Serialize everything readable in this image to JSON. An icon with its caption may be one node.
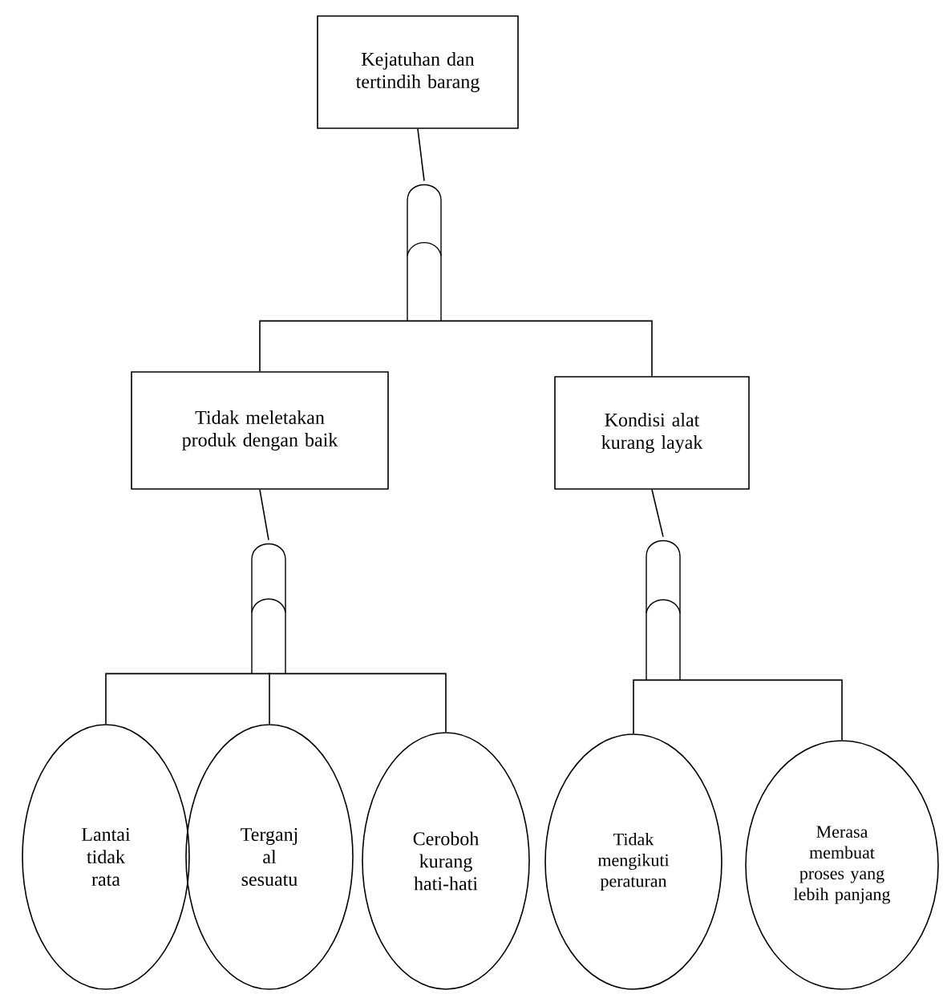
{
  "diagram": {
    "nodes": [
      {
        "text": [
          "Kejatuhan dan tertindih barang"
        ]
      },
      {
        "text": [],
        "shape": "gate"
      },
      {
        "text": [
          "Tidak meletakan produk dengan baik"
        ]
      },
      {
        "text": [
          "Kondisi alat kurang layak"
        ]
      },
      {
        "text": [],
        "shape": "gate"
      },
      {
        "text": [],
        "shape": "gate"
      },
      {
        "text": [
          "Lantai tidak rata"
        ]
      },
      {
        "text": [
          "Terganj al sesuatu"
        ]
      },
      {
        "text": [
          "Ceroboh kurang hati-hati"
        ]
      },
      {
        "text": [
          "Tidak mengikuti peraturan"
        ]
      },
      {
        "text": [
          "Merasa membuat proses yang lebih panjang"
        ]
      }
    ],
    "edges": [
      {
        "from": 0,
        "to": 1,
        "arrow": "none"
      },
      {
        "from": 1,
        "to": 2,
        "arrow": "none"
      },
      {
        "from": 1,
        "to": 3,
        "arrow": "none"
      },
      {
        "from": 2,
        "to": 4,
        "arrow": "none"
      },
      {
        "from": 3,
        "to": 5,
        "arrow": "none"
      },
      {
        "from": 4,
        "to": 6,
        "arrow": "none"
      },
      {
        "from": 4,
        "to": 7,
        "arrow": "none"
      },
      {
        "from": 4,
        "to": 8,
        "arrow": "none"
      },
      {
        "from": 5,
        "to": 9,
        "arrow": "none"
      },
      {
        "from": 5,
        "to": 10,
        "arrow": "none"
      }
    ]
  }
}
